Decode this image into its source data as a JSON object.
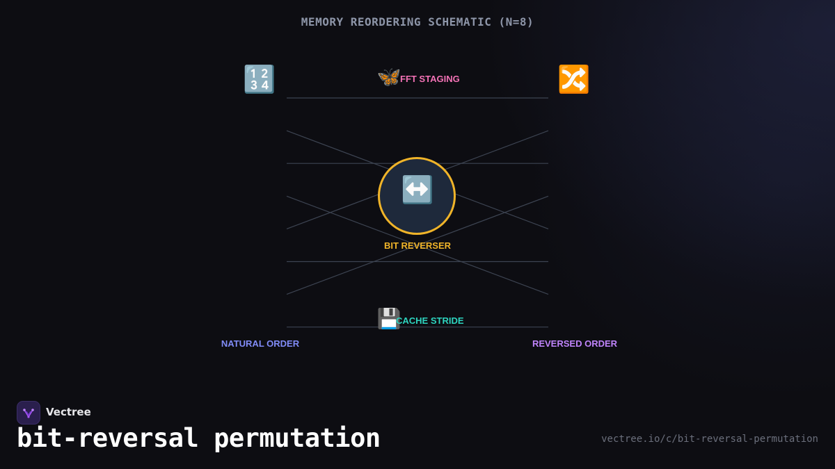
{
  "diagram": {
    "title": "MEMORY REORDERING SCHEMATIC (N=8)",
    "left_icon": "🔢",
    "right_icon": "🔀",
    "left_label": "NATURAL ORDER",
    "right_label": "REVERSED ORDER",
    "center_node": {
      "icon": "↔️",
      "label": "BIT REVERSER"
    },
    "tags": [
      {
        "icon": "🦋",
        "label": "FFT STAGING"
      },
      {
        "icon": "💾",
        "label": "CACHE STRIDE"
      }
    ],
    "permutation": [
      0,
      4,
      2,
      6,
      1,
      5,
      3,
      7
    ],
    "colors": {
      "node_border": "#f0b429",
      "node_fill": "#1e293b",
      "wire": "#3d4452",
      "left_label": "#818cf8",
      "right_label": "#c084fc",
      "fft_tag": "#f472b6",
      "cache_tag": "#2dd4bf"
    }
  },
  "brand": {
    "name": "Vectree",
    "topic": "bit-reversal permutation",
    "url": "vectree.io/c/bit-reversal-permutation"
  }
}
